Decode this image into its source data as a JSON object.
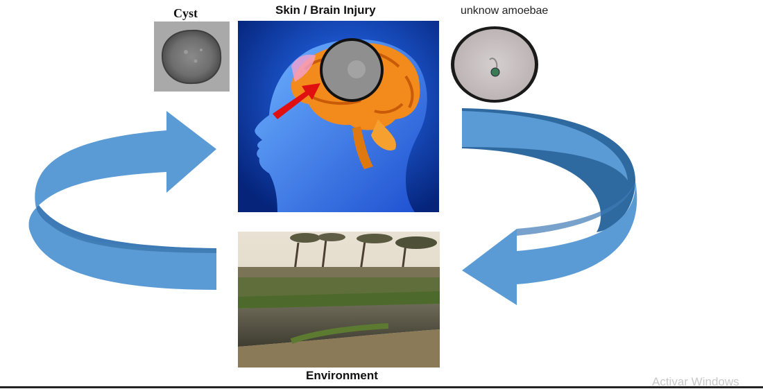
{
  "labels": {
    "cyst": "Cyst",
    "brain": "Skin / Brain Injury",
    "amoebae": "unknow amoebae",
    "environment": "Environment"
  },
  "watermark": "Activar Windows",
  "colors": {
    "arrow_front": "#5b9bd5",
    "arrow_back": "#2e6aa0",
    "pointer_arrow": "#e01010",
    "brain_bg": "#0a3fb0",
    "brain_orange": "#f28a1c"
  }
}
